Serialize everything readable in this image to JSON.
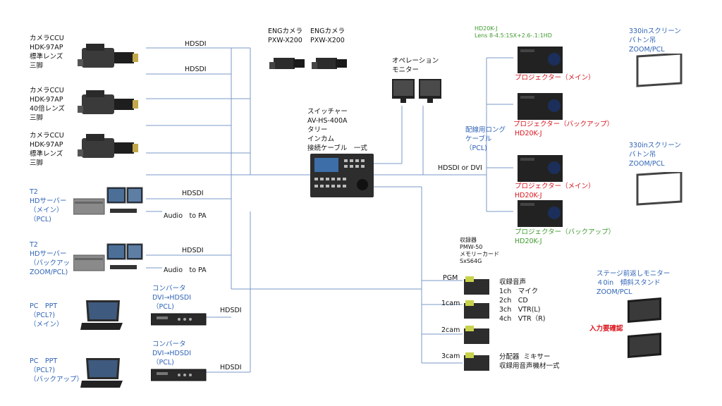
{
  "colors": {
    "line": "#7a99c8",
    "text": "#111111",
    "blue": "#2e63b6",
    "red": "#d8141c",
    "green": "#3f9a2e"
  },
  "cameras": [
    {
      "label": "カメラCCU\nHDK-97AP\n標準レンズ\n三脚"
    },
    {
      "label": "カメラCCU\nHDK-97AP\n40倍レンズ\n三脚"
    },
    {
      "label": "カメラCCU\nHDK-97AP\n標準レンズ\n三脚"
    }
  ],
  "servers": [
    {
      "label": "T2\nHDサーバー\n（メイン）\n（PCL)"
    },
    {
      "label": "T2\nHDサーバー\n（バックアッ\nZOOM/PCL)"
    }
  ],
  "pcs": [
    {
      "label": "PC　PPT\n（PCL?)\n（メイン）"
    },
    {
      "label": "PC　PPT\n（PCL?)\n（バックアップ）"
    }
  ],
  "converters": [
    {
      "label": "コンバータ\nDVI→HDSDI\n（PCL)"
    },
    {
      "label": "コンバータ\nDVI→HDSDI\n（PCL)"
    }
  ],
  "eng": [
    {
      "label": "ENGカメラ\nPXW-X200"
    },
    {
      "label": "ENGカメラ\nPXW-X200"
    }
  ],
  "wire_labels": {
    "hdsdi": "HDSDI",
    "audio": "Audio　to PA",
    "hdsdi_or_dvi": "HDSDI or DVI"
  },
  "switcher": {
    "label": "スイッチャー\nAV-HS-400A\nタリー\nインカム\n接続ケーブル　一式"
  },
  "op_monitor": {
    "label": "オペレーション\nモニター"
  },
  "long_cable": {
    "label": "配線用ロング\nケーブル\n（PCL)"
  },
  "projector_spec": {
    "label": "HD20K-J\nLens 8-4.5:1SX+2.6-.1:1HD"
  },
  "projectors": [
    {
      "label": "プロジェクター（メイン）",
      "model": ""
    },
    {
      "label": "プロジェクター（バックアップ）",
      "model": "HD20K-J"
    },
    {
      "label": "プロジェクター（メイン）",
      "model": "HD20K-J"
    },
    {
      "label": "プロジェクター（バックアップ）",
      "model": "HD20K-J"
    }
  ],
  "screens": [
    {
      "label": "330inスクリーン\nバトン吊\nZOOM/PCL"
    },
    {
      "label": "330inスクリーン\nバトン吊\nZOOM/PCL"
    }
  ],
  "recorder": {
    "label": "収録器\nPMW-50\nメモリーカード\nSxS64G"
  },
  "recorder_rows": [
    "PGM",
    "1cam",
    "2cam",
    "3cam"
  ],
  "audio_recording": {
    "label": "収録音声\n1ch　マイク\n2ch　CD\n3ch　VTR(L)\n4ch　VTR（R)"
  },
  "distributor": {
    "label": "分配器  ミキサー\n収録用音声機材一式"
  },
  "stage_monitor": {
    "label": "ステージ前返しモニター\n４0in　傾斜スタンド\nZOOM/PCL"
  },
  "input_check": {
    "label": "入力要確認"
  }
}
